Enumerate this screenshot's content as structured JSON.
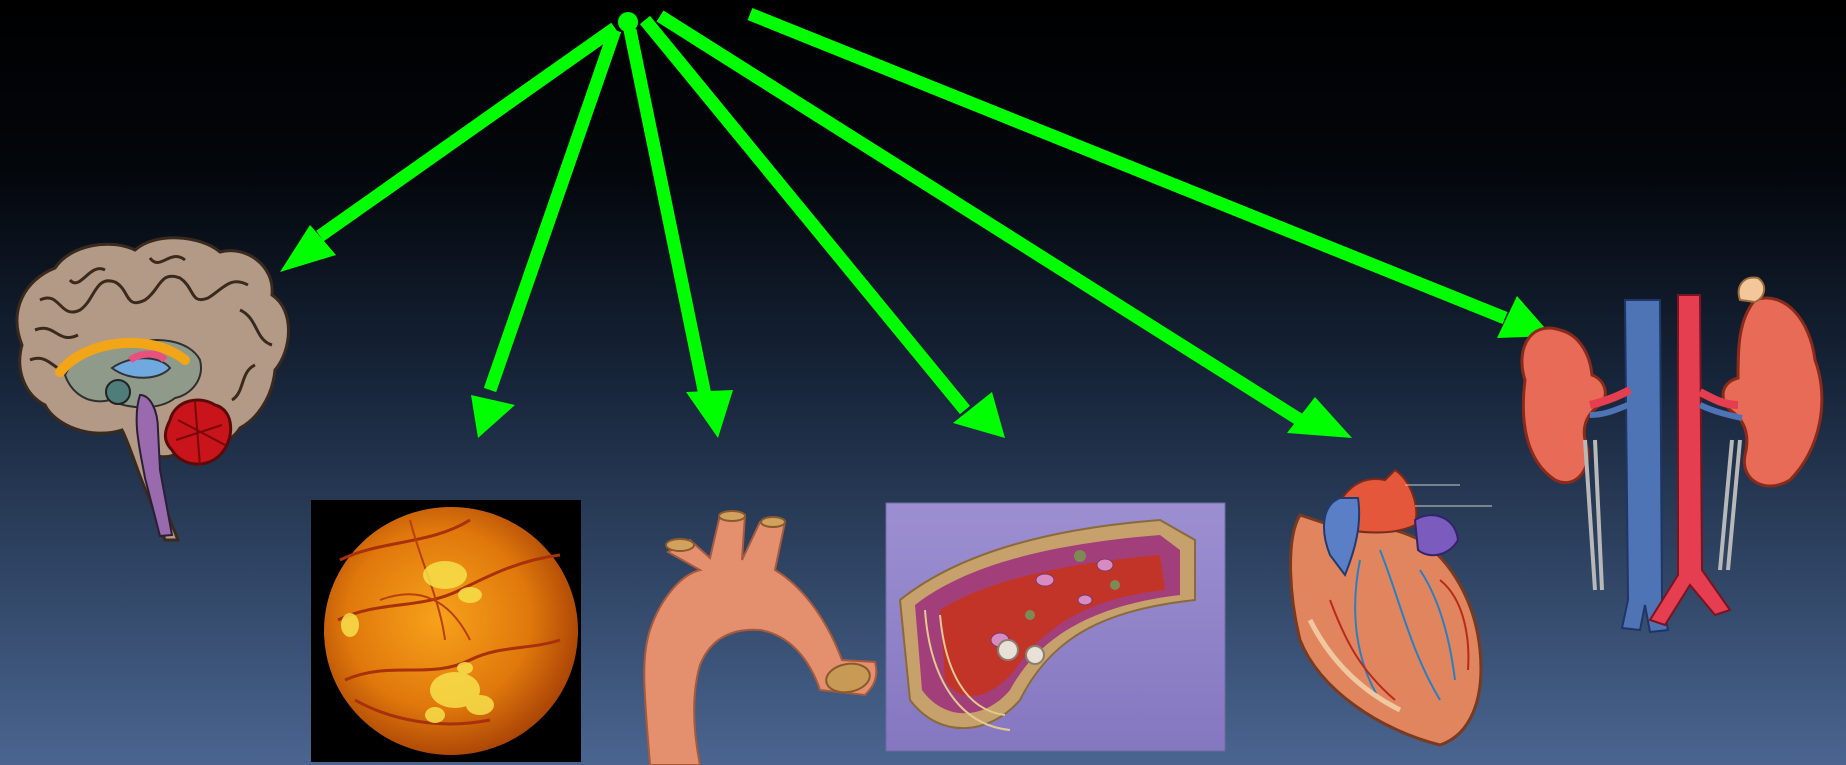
{
  "colors": {
    "arrow": "#00ff00",
    "background_top": "#000000",
    "background_bottom": "#4a6590"
  },
  "targets": [
    {
      "name": "brain",
      "icon": "brain-icon"
    },
    {
      "name": "retina",
      "icon": "retina-icon"
    },
    {
      "name": "aorta",
      "icon": "aorta-icon"
    },
    {
      "name": "artery-cross-section",
      "icon": "artery-icon"
    },
    {
      "name": "heart",
      "icon": "heart-icon"
    },
    {
      "name": "kidneys",
      "icon": "kidneys-icon"
    }
  ]
}
